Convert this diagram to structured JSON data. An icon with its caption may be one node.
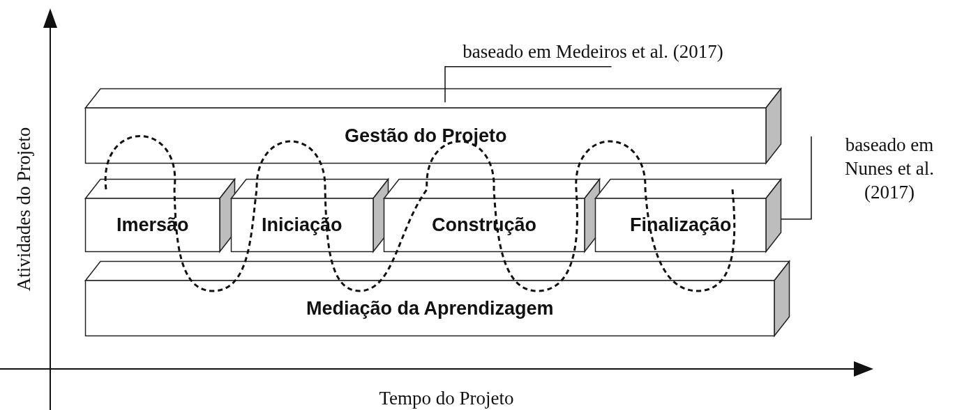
{
  "diagram": {
    "nodes": [
      {
        "text": [
          "Gestão do Projeto"
        ]
      },
      {
        "text": [
          "Imersão"
        ]
      },
      {
        "text": [
          "Iniciação"
        ]
      },
      {
        "text": [
          "Construção"
        ]
      },
      {
        "text": [
          "Finalização"
        ]
      },
      {
        "text": [
          "Mediação da Aprendizagem"
        ]
      },
      {
        "text": [
          "baseado em Medeiros et al. (2017)"
        ]
      },
      {
        "text": [
          "baseado em Nunes et al. (2017)"
        ]
      }
    ],
    "edges": [
      {
        "from": 6,
        "to": 0,
        "arrow": "none"
      },
      {
        "from": 7,
        "to": 4,
        "arrow": "none"
      }
    ],
    "labels": [
      "Atividades do Projeto",
      "Tempo do Projeto"
    ]
  }
}
